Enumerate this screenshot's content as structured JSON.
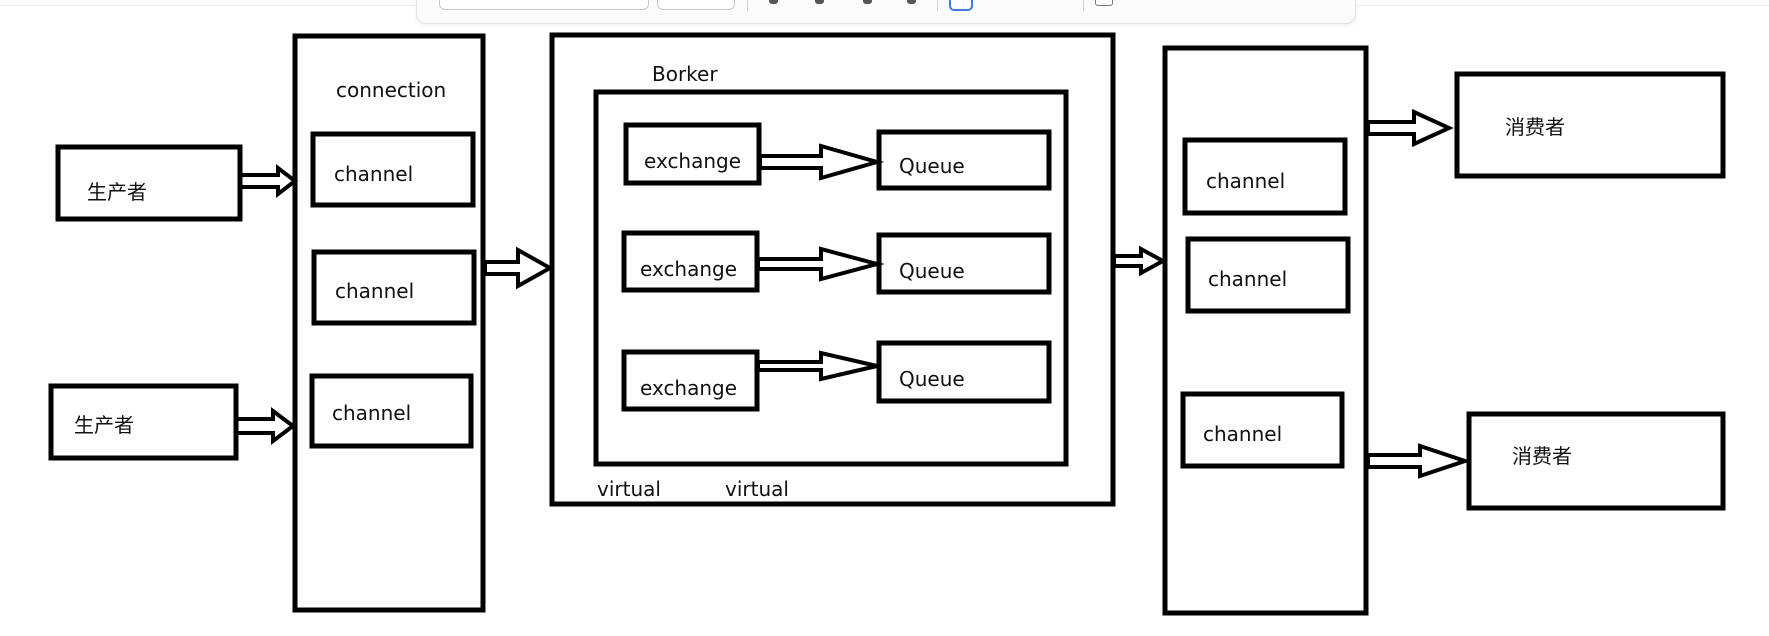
{
  "producers": [
    "生产者",
    "生产者"
  ],
  "connection": {
    "title": "connection",
    "channels": [
      "channel",
      "channel",
      "channel"
    ]
  },
  "broker": {
    "title": "Borker",
    "exchanges": [
      "exchange",
      "exchange",
      "exchange"
    ],
    "queues": [
      "Queue",
      "Queue",
      "Queue"
    ],
    "virtual_labels": [
      "virtual",
      "virtual"
    ]
  },
  "consumer_connection": {
    "channels": [
      "channel",
      "channel",
      "channel"
    ]
  },
  "consumers": [
    "消费者",
    "消费者"
  ],
  "colors": {
    "stroke": "#000000",
    "background": "#ffffff",
    "toolbar_accent": "#3b7dd8"
  },
  "toolbar": {
    "icons": [
      "text-box",
      "dropdown",
      "format-icon",
      "format-icon",
      "format-icon",
      "format-icon",
      "toggle",
      "checkbox"
    ]
  }
}
